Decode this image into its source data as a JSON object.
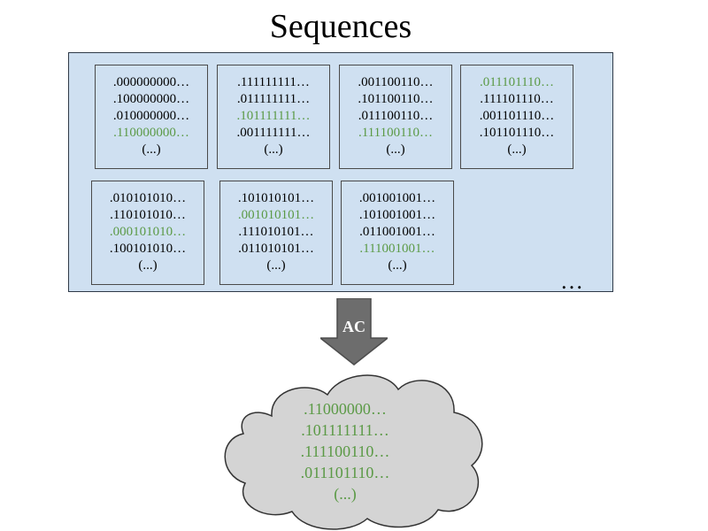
{
  "title": "Sequences",
  "colors": {
    "panel_fill": "#cfe0f1",
    "highlight_green": "#5b9a46",
    "arrow_gray": "#6d6d6d",
    "cloud_gray": "#d4d4d4"
  },
  "sequence_groups": [
    {
      "lines": [
        {
          "text": ".000000000…",
          "highlight": false
        },
        {
          "text": ".100000000…",
          "highlight": false
        },
        {
          "text": ".010000000…",
          "highlight": false
        },
        {
          "text": ".110000000…",
          "highlight": true
        },
        {
          "text": "(...)",
          "highlight": false
        }
      ]
    },
    {
      "lines": [
        {
          "text": ".111111111…",
          "highlight": false
        },
        {
          "text": ".011111111…",
          "highlight": false
        },
        {
          "text": ".101111111…",
          "highlight": true
        },
        {
          "text": ".001111111…",
          "highlight": false
        },
        {
          "text": "(...)",
          "highlight": false
        }
      ]
    },
    {
      "lines": [
        {
          "text": ".001100110…",
          "highlight": false
        },
        {
          "text": ".101100110…",
          "highlight": false
        },
        {
          "text": ".011100110…",
          "highlight": false
        },
        {
          "text": ".111100110…",
          "highlight": true
        },
        {
          "text": "(...)",
          "highlight": false
        }
      ]
    },
    {
      "lines": [
        {
          "text": ".011101110…",
          "highlight": true
        },
        {
          "text": ".111101110…",
          "highlight": false
        },
        {
          "text": ".001101110…",
          "highlight": false
        },
        {
          "text": ".101101110…",
          "highlight": false
        },
        {
          "text": "(...)",
          "highlight": false
        }
      ]
    },
    {
      "lines": [
        {
          "text": ".010101010…",
          "highlight": false
        },
        {
          "text": ".110101010…",
          "highlight": false
        },
        {
          "text": ".000101010…",
          "highlight": true
        },
        {
          "text": ".100101010…",
          "highlight": false
        },
        {
          "text": "(...)",
          "highlight": false
        }
      ]
    },
    {
      "lines": [
        {
          "text": ".101010101…",
          "highlight": false
        },
        {
          "text": ".001010101…",
          "highlight": true
        },
        {
          "text": ".111010101…",
          "highlight": false
        },
        {
          "text": ".011010101…",
          "highlight": false
        },
        {
          "text": "(...)",
          "highlight": false
        }
      ]
    },
    {
      "lines": [
        {
          "text": ".001001001…",
          "highlight": false
        },
        {
          "text": ".101001001…",
          "highlight": false
        },
        {
          "text": ".011001001…",
          "highlight": false
        },
        {
          "text": ".111001001…",
          "highlight": true
        },
        {
          "text": "(...)",
          "highlight": false
        }
      ]
    }
  ],
  "more_indicator": "…",
  "arrow_label": "AC",
  "result_lines": [
    ".11000000…",
    ".101111111…",
    ".111100110…",
    ".011101110…",
    "(...)"
  ]
}
